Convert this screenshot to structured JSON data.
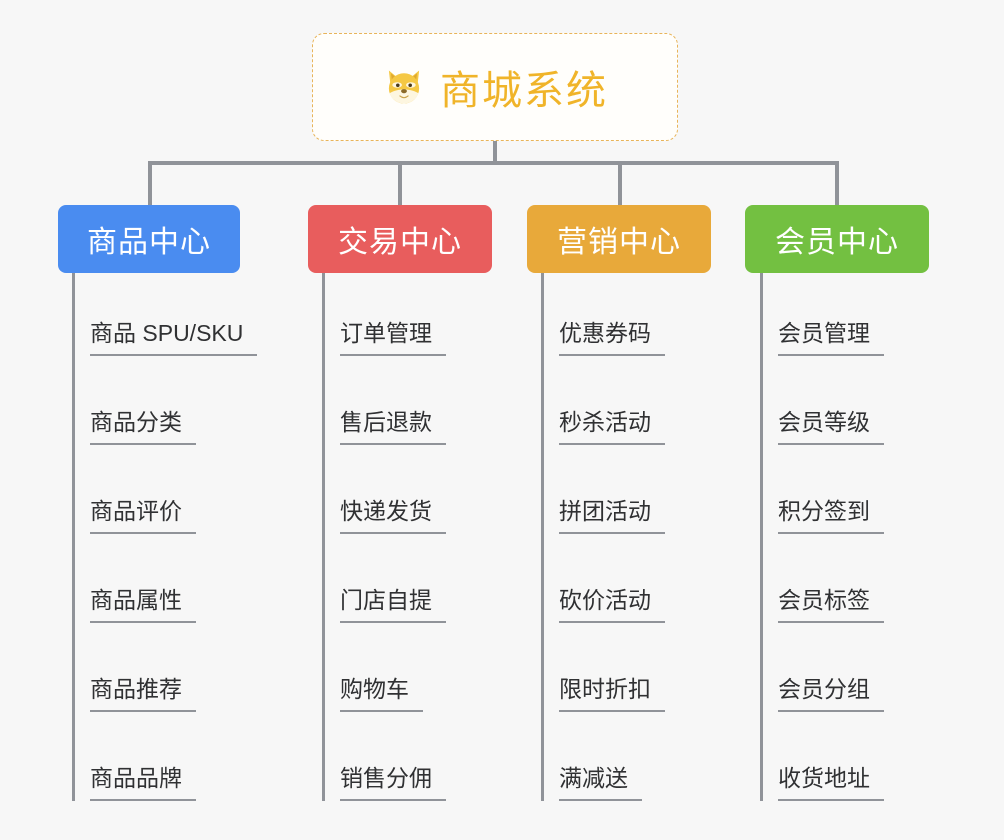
{
  "background_color": "#f7f7f7",
  "root": {
    "icon": "shiba-dog-emoji",
    "title": "商城系统",
    "title_color": "#f0b429",
    "border_color": "#e8b45a"
  },
  "connector_color": "#909399",
  "columns": [
    {
      "id": "product-center",
      "label": "商品中心",
      "color": "#4a8cf0",
      "items": [
        "商品 SPU/SKU",
        "商品分类",
        "商品评价",
        "商品属性",
        "商品推荐",
        "商品品牌"
      ]
    },
    {
      "id": "trade-center",
      "label": "交易中心",
      "color": "#e85d5d",
      "items": [
        "订单管理",
        "售后退款",
        "快递发货",
        "门店自提",
        "购物车",
        "销售分佣"
      ]
    },
    {
      "id": "marketing-center",
      "label": "营销中心",
      "color": "#e8a93a",
      "items": [
        "优惠券码",
        "秒杀活动",
        "拼团活动",
        "砍价活动",
        "限时折扣",
        "满减送"
      ]
    },
    {
      "id": "member-center",
      "label": "会员中心",
      "color": "#73c041",
      "items": [
        "会员管理",
        "会员等级",
        "积分签到",
        "会员标签",
        "会员分组",
        "收货地址"
      ]
    }
  ]
}
